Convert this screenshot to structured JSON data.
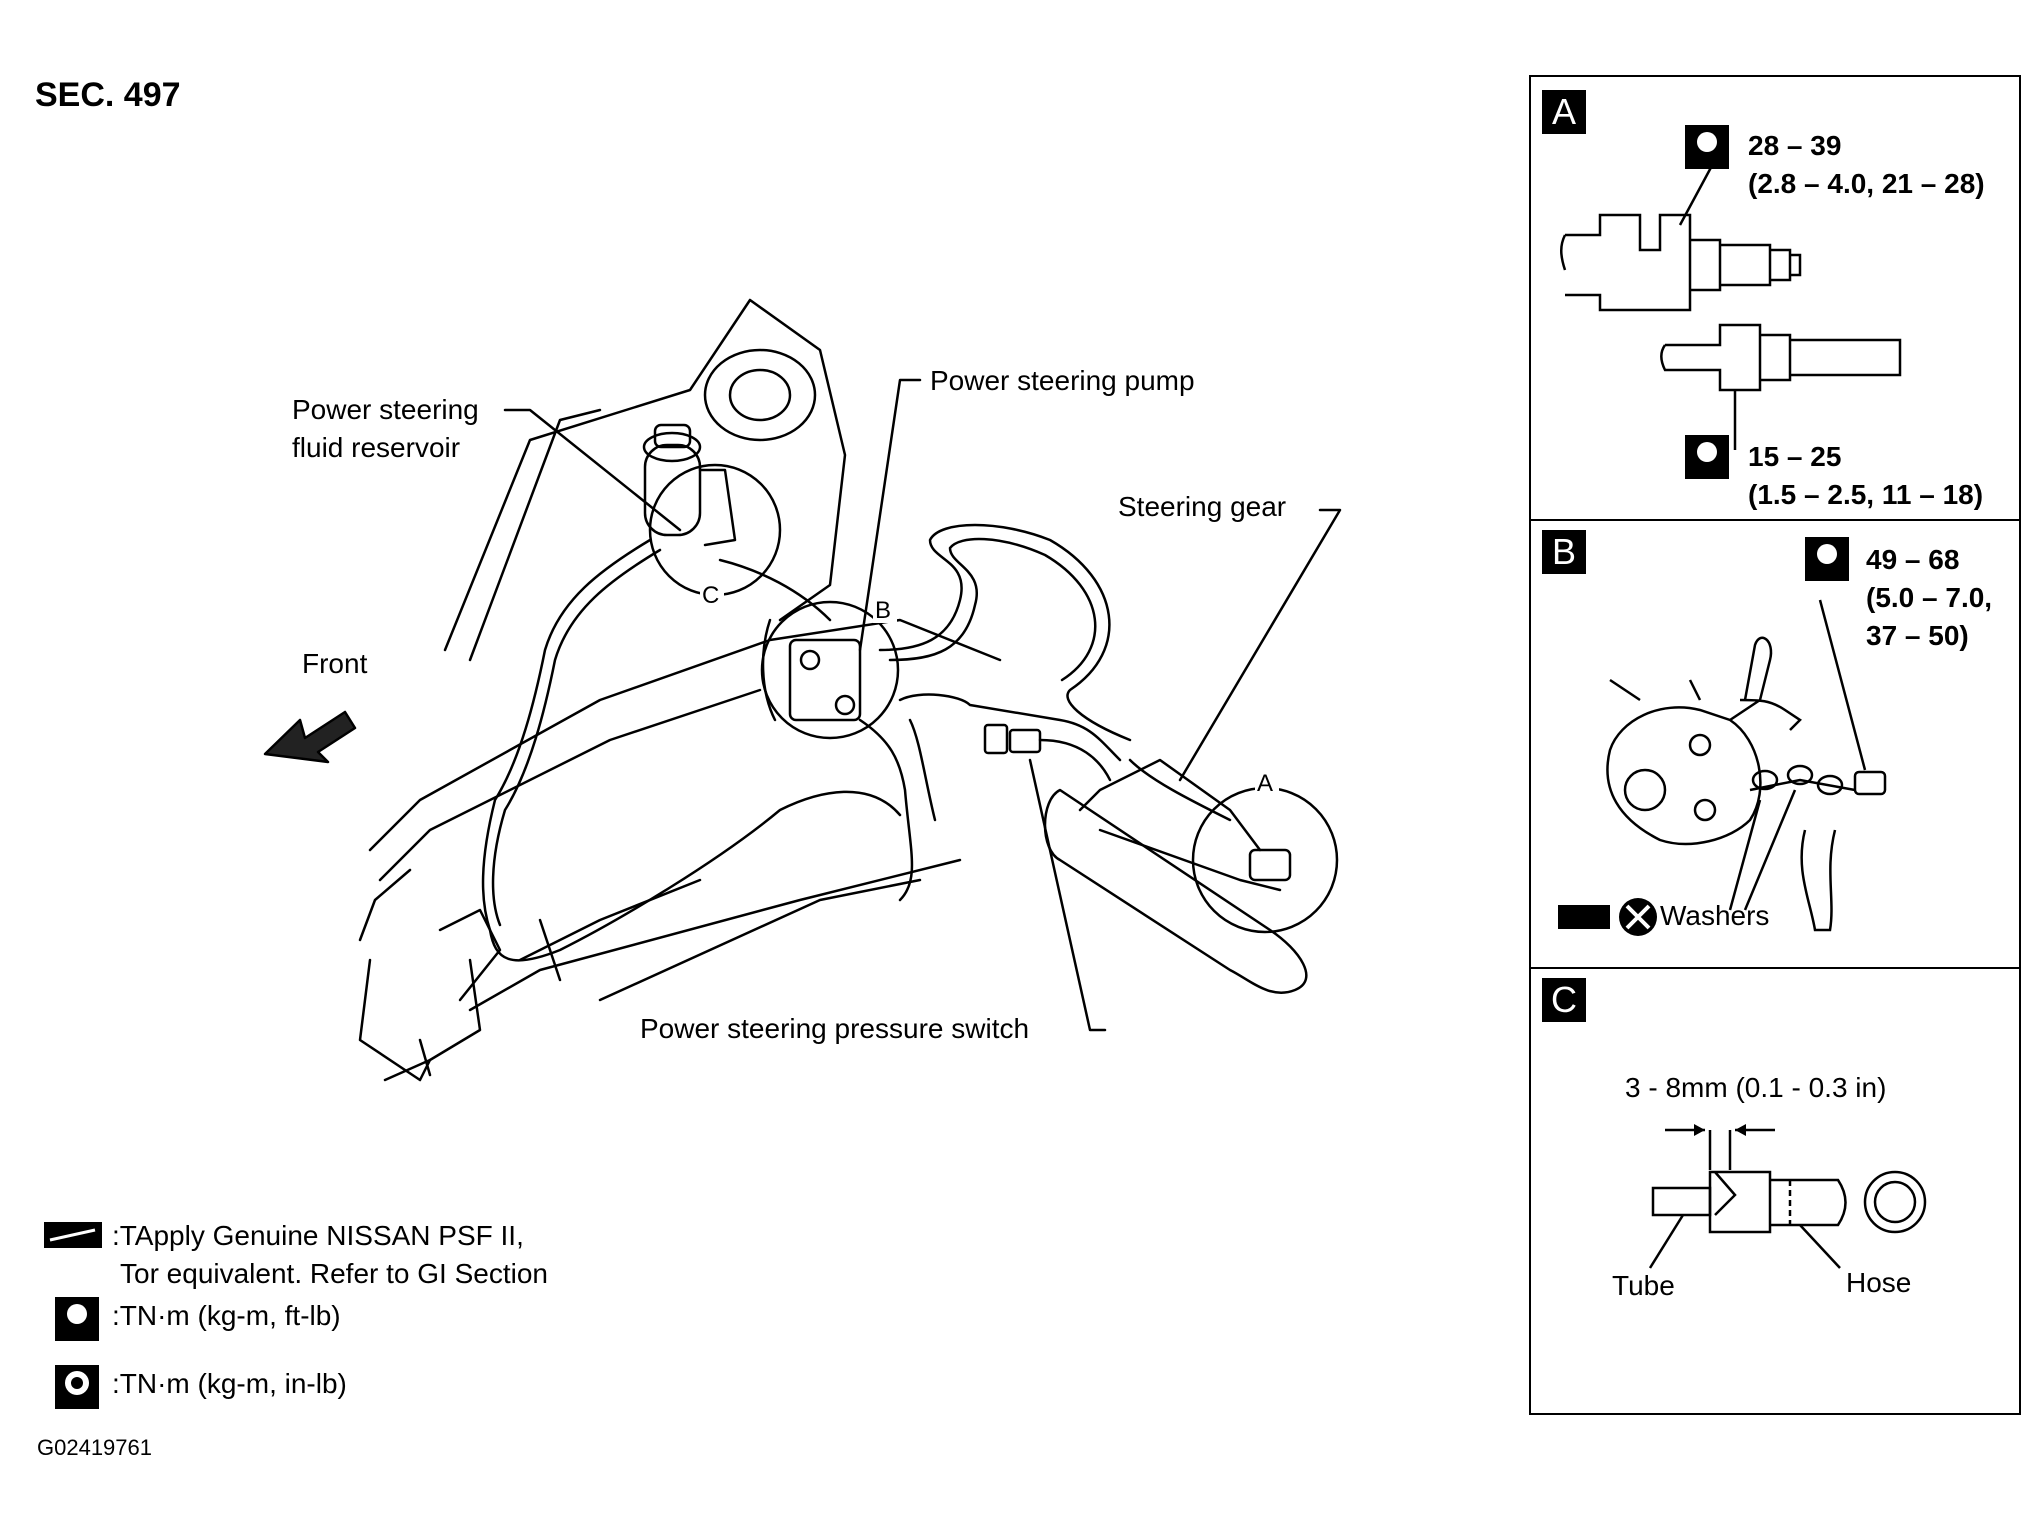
{
  "section": "SEC. 497",
  "figure_code": "G02419761",
  "callouts": {
    "reservoir": [
      "Power steering",
      "fluid reservoir"
    ],
    "pump": "Power steering pump",
    "gear": "Steering gear",
    "switch": "Power steering pressure switch",
    "front": "Front",
    "circle_a": "A",
    "circle_b": "B",
    "circle_c": "C"
  },
  "legend": [
    {
      "icon": "fluid-icon",
      "lines": [
        ":TApply Genuine NISSAN PSF II,",
        "Tor equivalent. Refer to GI Section"
      ]
    },
    {
      "icon": "torque-wrench-icon",
      "lines": [
        ":TN·m (kg-m, ft-lb)"
      ]
    },
    {
      "icon": "torque-wrench-filled-icon",
      "lines": [
        ":TN·m (kg-m, in-lb)"
      ]
    }
  ],
  "detail_a": {
    "tag": "A",
    "torque1": [
      "28 – 39",
      "(2.8 – 4.0, 21 – 28)"
    ],
    "torque2": [
      "15 – 25",
      "(1.5 – 2.5, 11 – 18)"
    ]
  },
  "detail_b": {
    "tag": "B",
    "torque": [
      "49 – 68",
      "(5.0 – 7.0,",
      "37 – 50)"
    ],
    "washers": "Washers"
  },
  "detail_c": {
    "tag": "C",
    "gap": "3 - 8mm (0.1 - 0.3 in)",
    "tube": "Tube",
    "hose": "Hose"
  }
}
